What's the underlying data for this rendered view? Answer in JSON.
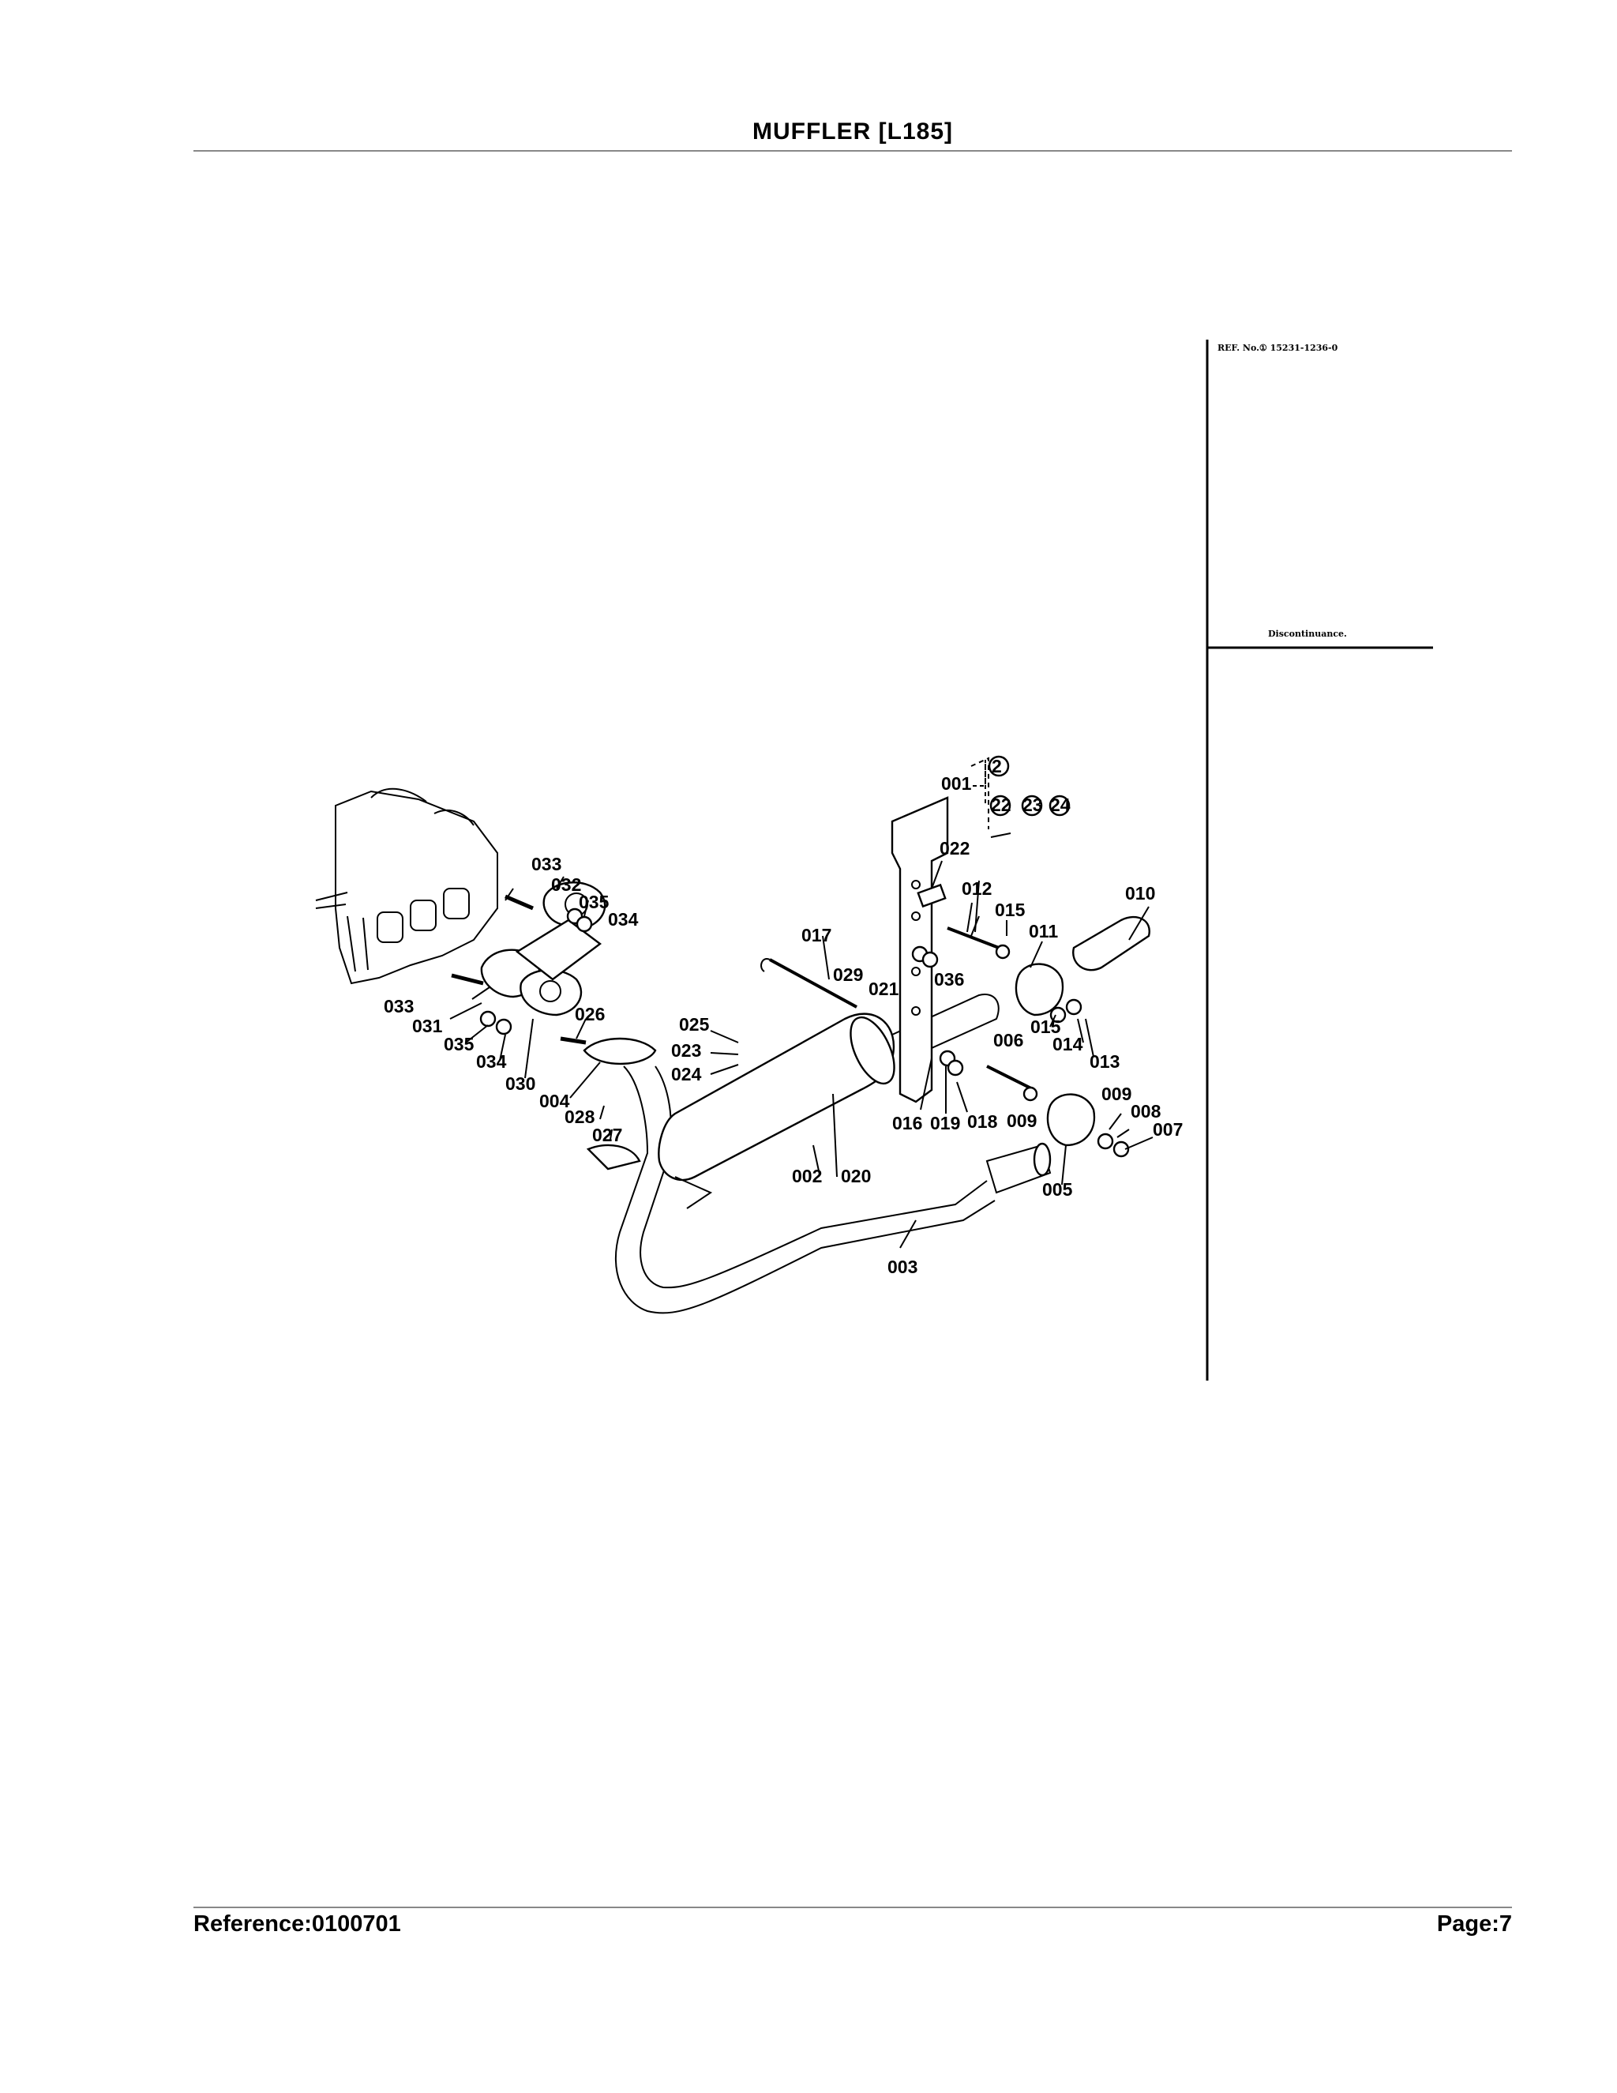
{
  "header": {
    "title": "MUFFLER   [L185]"
  },
  "footer": {
    "reference": "Reference:0100701",
    "page": "Page:7"
  },
  "ref_note": {
    "ref_no": "REF. No.① 15231-1236-0",
    "status": "Discontinuance."
  },
  "callouts": {
    "c001": "001",
    "c002": "002",
    "c003": "003",
    "c004": "004",
    "c005": "005",
    "c006": "006",
    "c007": "007",
    "c008": "008",
    "c009a": "009",
    "c009b": "009",
    "c010": "010",
    "c011": "011",
    "c012": "012",
    "c013": "013",
    "c014": "014",
    "c015a": "015",
    "c015b": "015",
    "c016": "016",
    "c017": "017",
    "c018": "018",
    "c019": "019",
    "c020": "020",
    "c021": "021",
    "c022": "022",
    "c023": "023",
    "c024": "024",
    "c025": "025",
    "c026": "026",
    "c027": "027",
    "c028": "028",
    "c029": "029",
    "c030": "030",
    "c031": "031",
    "c032": "032",
    "c033a": "033",
    "c033b": "033",
    "c034a": "034",
    "c034b": "034",
    "c035a": "035",
    "c035b": "035",
    "c036": "036"
  },
  "kit_refs": {
    "k2": "2",
    "k22": "22",
    "k23": "23",
    "k24": "24"
  }
}
